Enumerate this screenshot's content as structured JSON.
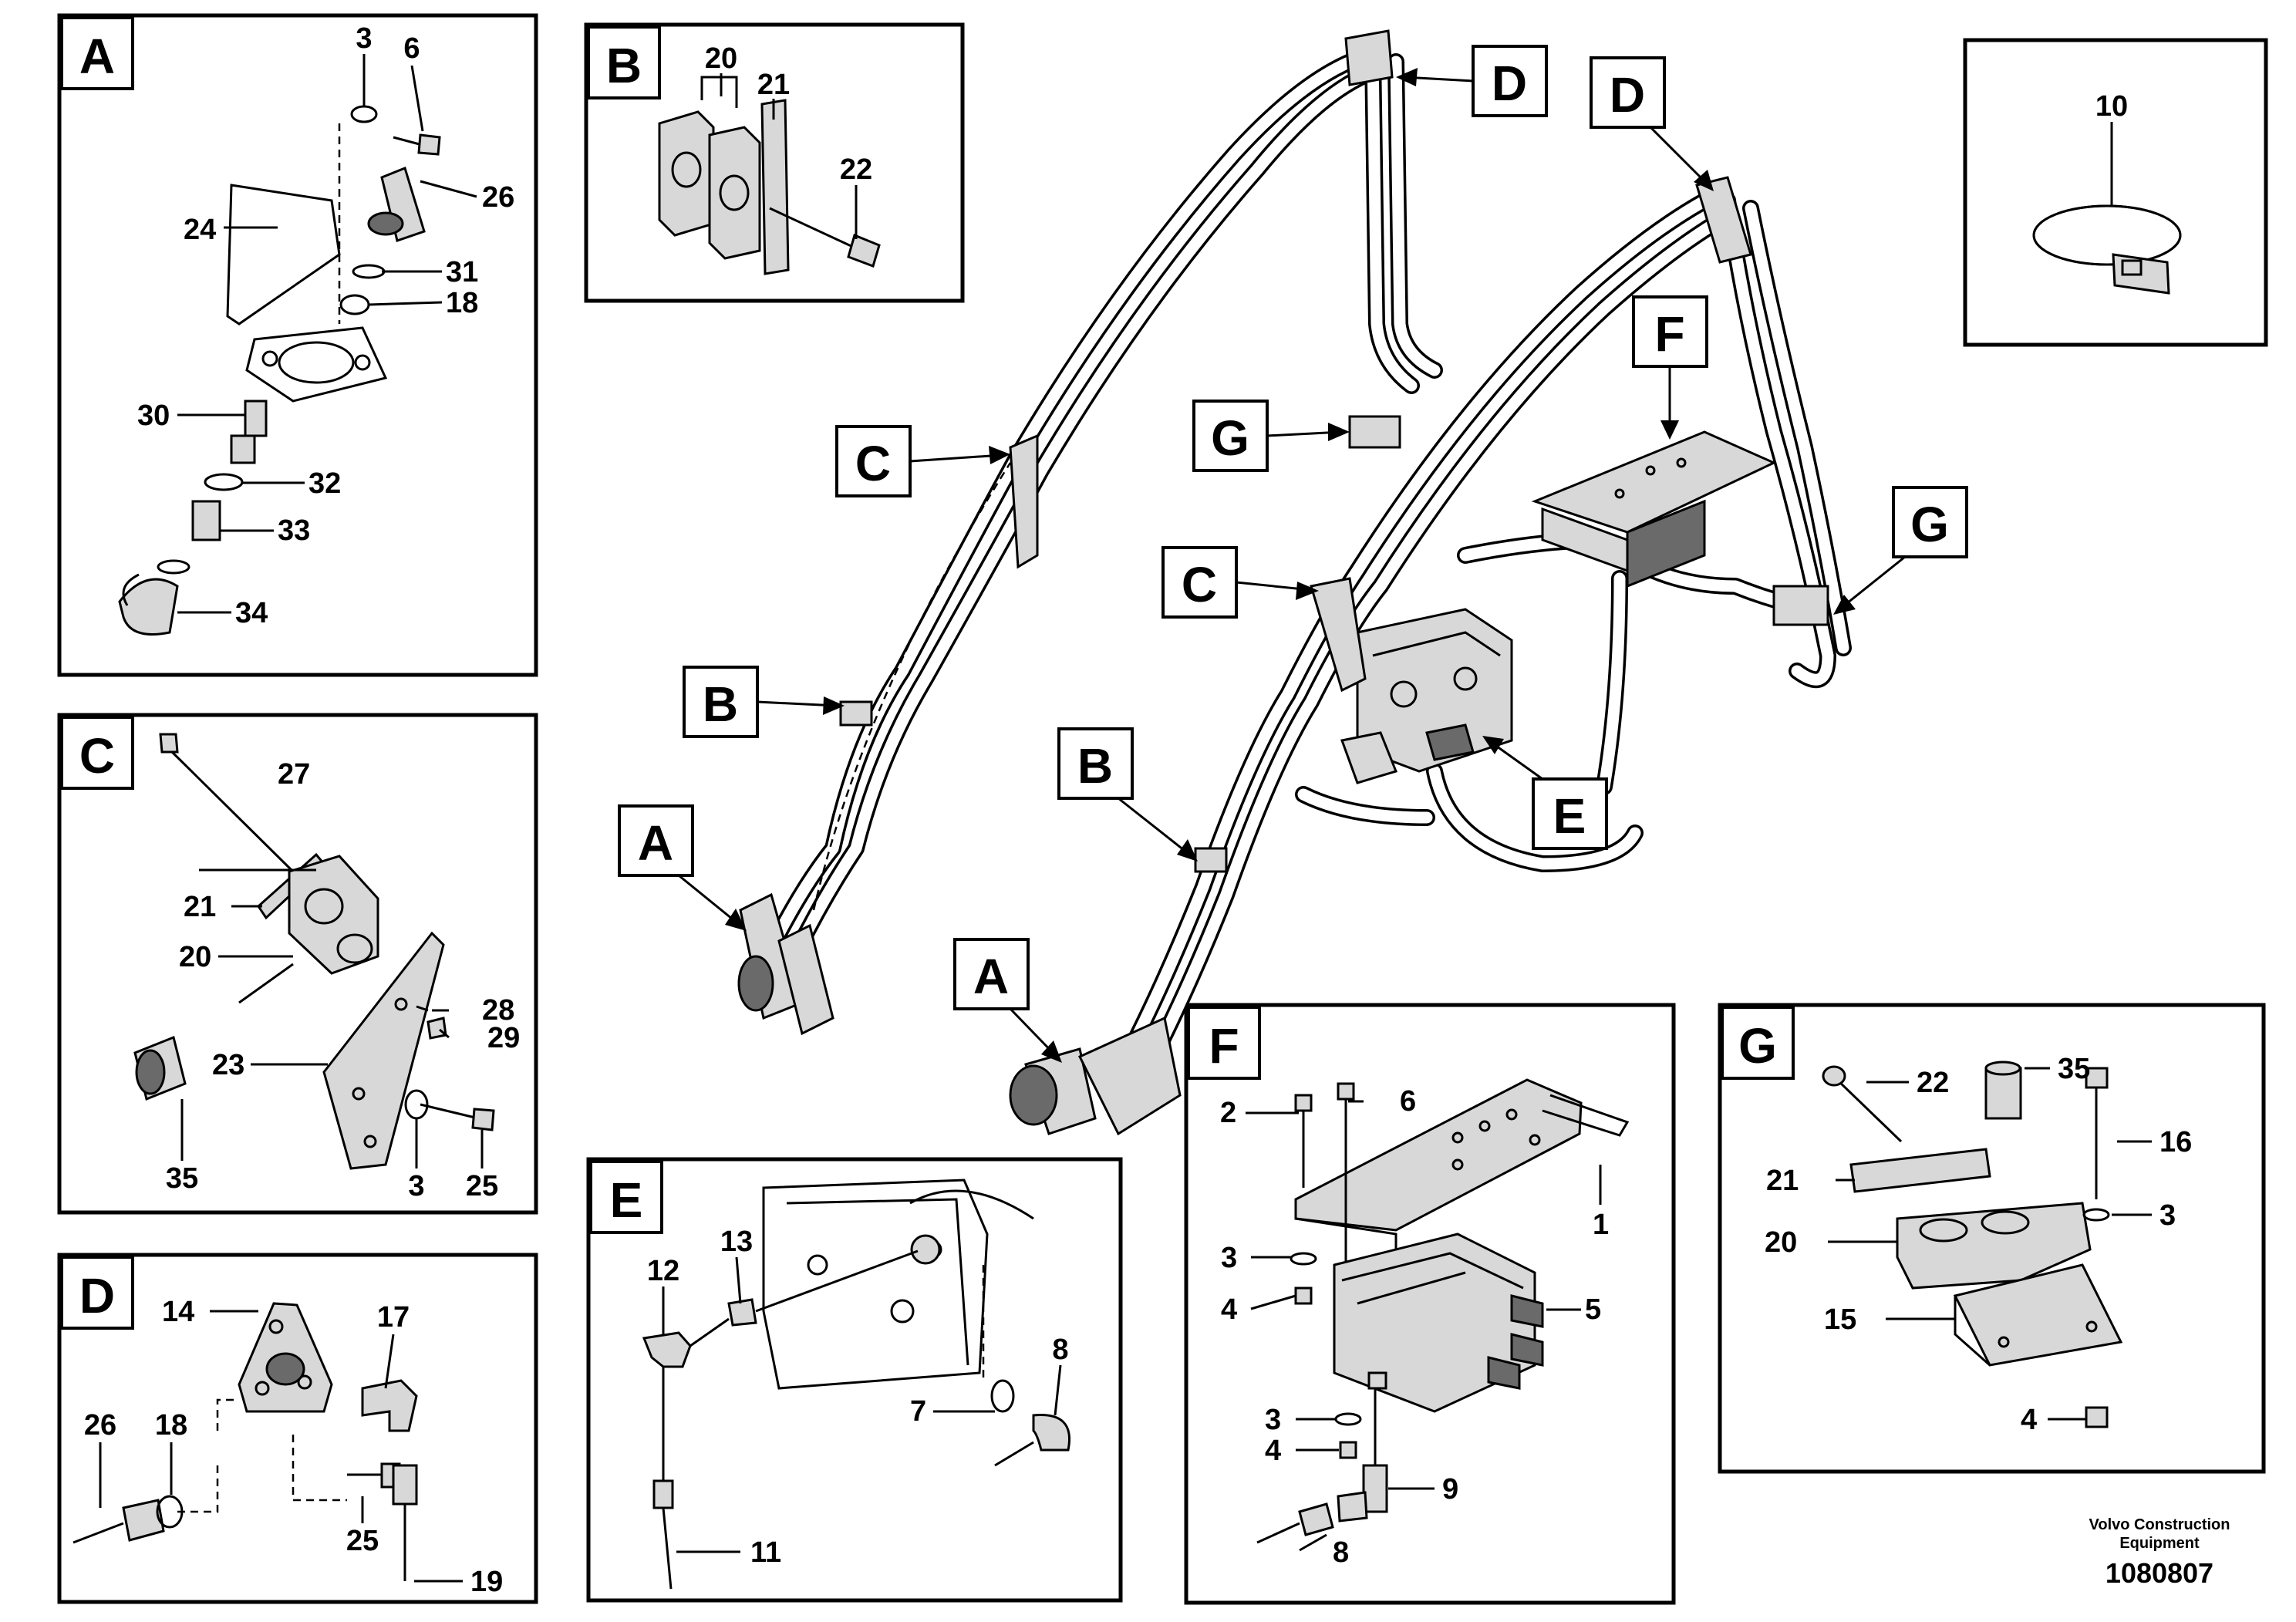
{
  "panels": {
    "A": {
      "label": "A",
      "callouts": [
        "3",
        "6",
        "26",
        "24",
        "31",
        "18",
        "30",
        "32",
        "33",
        "34"
      ]
    },
    "B": {
      "label": "B",
      "callouts": [
        "20",
        "21",
        "22"
      ]
    },
    "C": {
      "label": "C",
      "callouts": [
        "27",
        "21",
        "20",
        "28",
        "29",
        "23",
        "3",
        "25",
        "35"
      ]
    },
    "D": {
      "label": "D",
      "callouts": [
        "14",
        "17",
        "26",
        "18",
        "25",
        "19"
      ]
    },
    "E": {
      "label": "E",
      "callouts": [
        "12",
        "13",
        "8",
        "7",
        "11"
      ]
    },
    "F": {
      "label": "F",
      "callouts": [
        "6",
        "2",
        "1",
        "3",
        "4",
        "5",
        "3",
        "4",
        "9",
        "8"
      ]
    },
    "G": {
      "label": "G",
      "callouts": [
        "22",
        "35",
        "16",
        "21",
        "3",
        "20",
        "15",
        "4"
      ]
    },
    "ten": {
      "callouts": [
        "10"
      ]
    }
  },
  "overview": {
    "labels": [
      "D",
      "D",
      "C",
      "C",
      "B",
      "B",
      "A",
      "A",
      "G",
      "G",
      "F",
      "E"
    ]
  },
  "footer": {
    "company_line1": "Volvo Construction",
    "company_line2": "Equipment",
    "drawing_number": "1080807"
  }
}
